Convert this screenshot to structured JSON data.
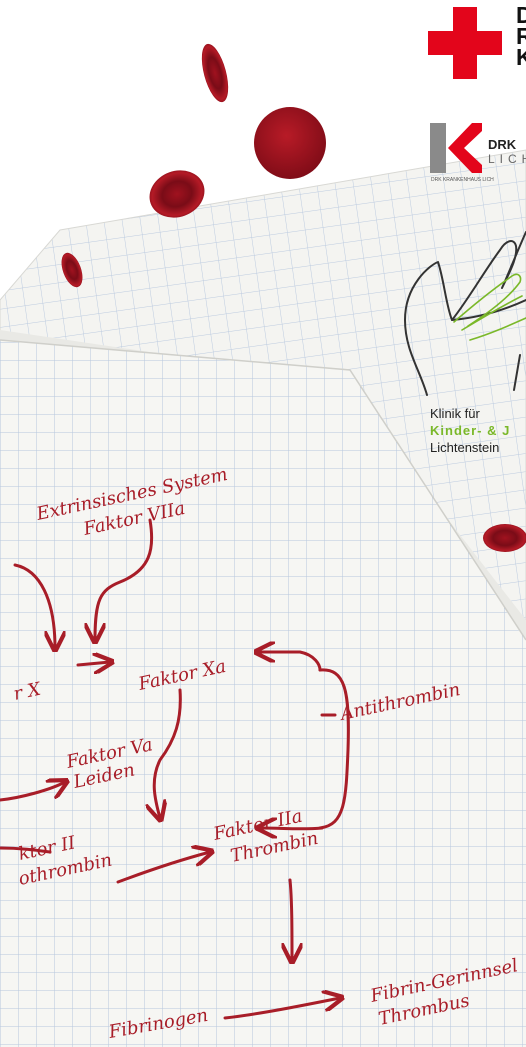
{
  "drk_logo": {
    "line1": "D",
    "line2": "R",
    "line3": "K",
    "cross_color": "#e3051b"
  },
  "klinik_logo": {
    "brand": "DRK",
    "subtitle": "LICH",
    "tagline": "DRK KRANKENHAUS LICH",
    "accent_color": "#e3051b",
    "grey_color": "#8a8a8a"
  },
  "klinik": {
    "prefix": "Klinik für",
    "department": "Kinder- & J",
    "location": "Lichtenstein"
  },
  "diagram": {
    "ink_color": "#a81d28",
    "labels": {
      "extrinsic": "Extrinsisches System",
      "factor_viia": "Faktor VIIa",
      "factor_x": "r X",
      "factor_xa": "Faktor Xa",
      "factor_va_1": "Faktor Va",
      "factor_va_2": "Leiden",
      "antithrombin": "Antithrombin",
      "factor_iia_1": "Faktor IIa",
      "factor_iia_2": "Thrombin",
      "factor_ii_1": "ktor II",
      "factor_ii_2": "othrombin",
      "fibrin_1": "Fibrin-Gerinnsel",
      "fibrin_2": "Thrombus",
      "fibrinogen": "Fibrinogen"
    }
  }
}
